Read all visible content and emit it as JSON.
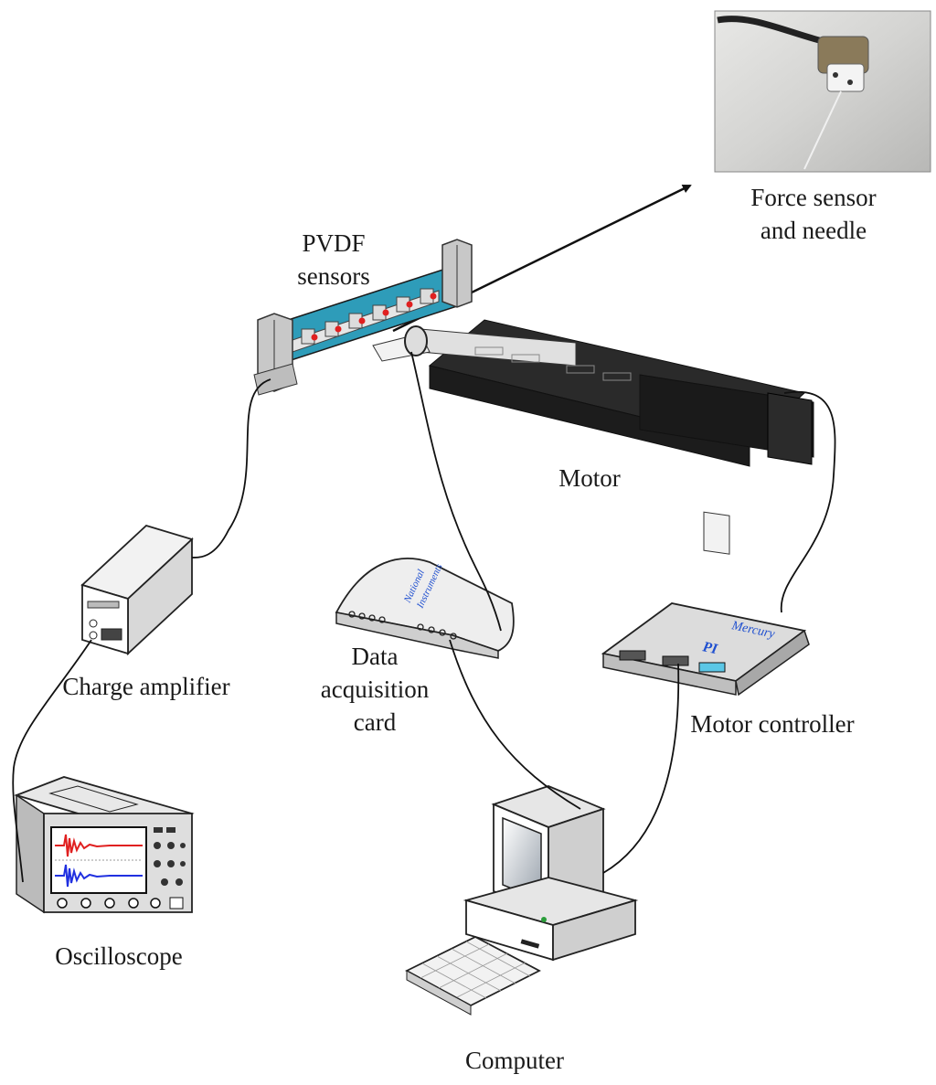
{
  "labels": {
    "force_sensor": [
      "Force sensor",
      "and needle"
    ],
    "pvdf": [
      "PVDF",
      "sensors"
    ],
    "motor": "Motor",
    "charge_amp": "Charge amplifier",
    "daq": [
      "Data",
      "acquisition",
      "card"
    ],
    "motor_controller": "Motor controller",
    "oscilloscope": "Oscilloscope",
    "computer": "Computer"
  },
  "device_text": {
    "daq_brand": [
      "National",
      "Instruments"
    ],
    "controller_brand": "Mercury",
    "controller_logo": "PI"
  },
  "colors": {
    "pvdf_frame": "#2e9cb9",
    "pvdf_dots": "#e02020",
    "scope_trace_1": "#e02020",
    "scope_trace_2": "#2030e0",
    "controller_text": "#2050d0"
  }
}
